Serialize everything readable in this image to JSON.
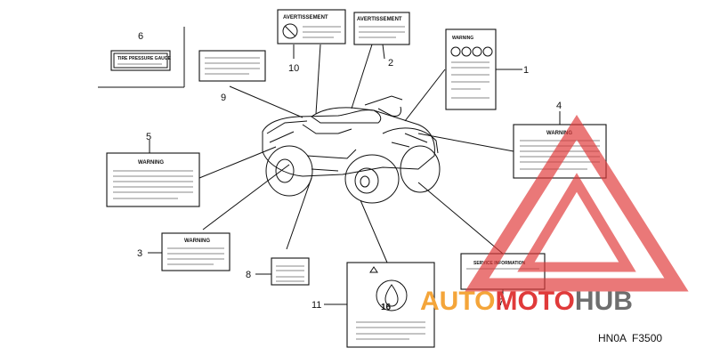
{
  "callouts": [
    "1",
    "2",
    "3",
    "4",
    "5",
    "6",
    "7",
    "8",
    "9",
    "10",
    "11"
  ],
  "label_text": {
    "warning": "WARNING",
    "avertissement": "AVERTISSEMENT",
    "tire_pressure": "TIRE PRESSURE GAUGE",
    "service_information": "SERVICE INFORMATION"
  },
  "callout_11_icon_text": "16",
  "part_code": "HN0A  F3500",
  "watermark": {
    "word_a": "AUTO",
    "word_b": "MOTO",
    "word_c": "HUB",
    "color_orange": "#f4a53a",
    "color_red": "#e03a3a",
    "color_gray": "#6e6e6e"
  }
}
